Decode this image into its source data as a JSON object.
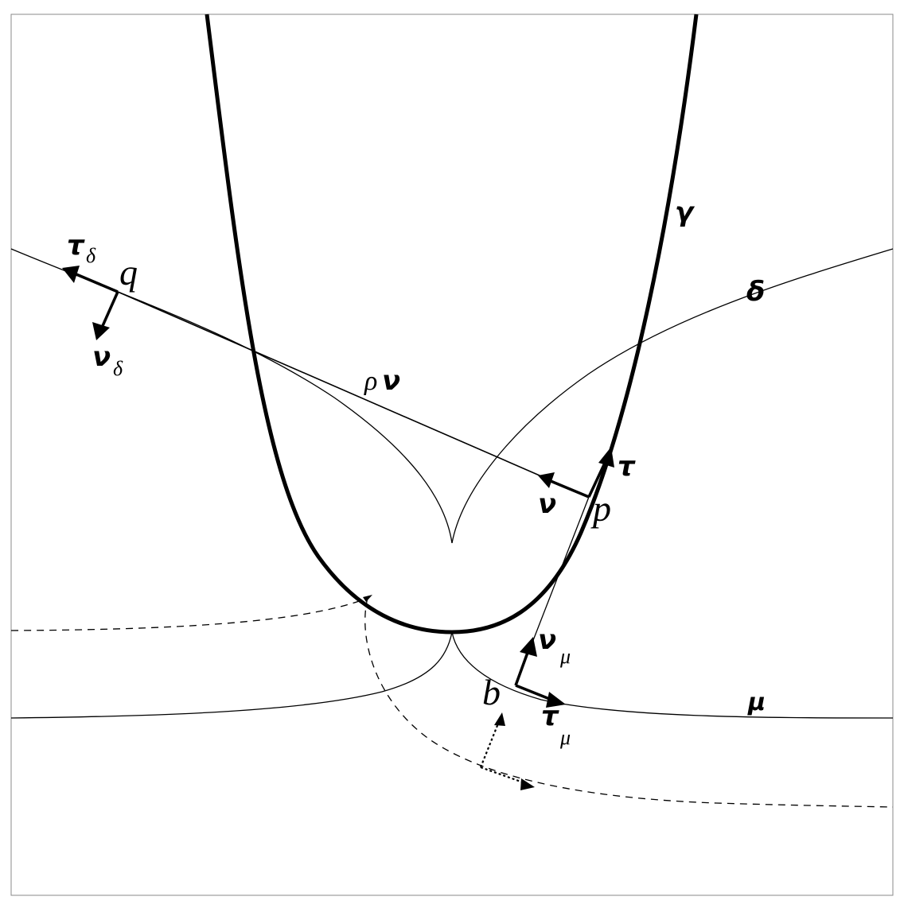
{
  "labels": {
    "gamma": "γ",
    "delta": "δ",
    "mu": "μ",
    "tau": "τ",
    "nu": "ν",
    "rho_nu_rho": "ρ",
    "rho_nu_nu": "ν",
    "point_p": "p",
    "point_q": "q",
    "point_b": "b",
    "tau_delta_main": "τ",
    "tau_delta_sub": "δ",
    "nu_delta_main": "ν",
    "nu_delta_sub": "δ",
    "nu_mu_main": "ν",
    "nu_mu_sub": "μ",
    "tau_mu_main": "τ",
    "tau_mu_sub": "μ"
  },
  "colors": {
    "stroke": "#000000",
    "background": "#ffffff",
    "frame": "#888888"
  }
}
